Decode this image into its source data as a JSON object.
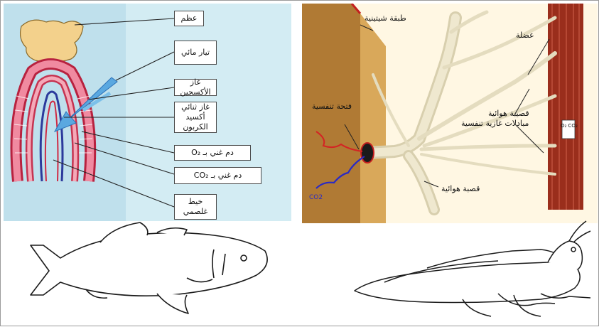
{
  "gill_diagram": {
    "labels": {
      "bone": "عظم",
      "water_current": "تيار مائي",
      "oxygen": "غاز الأكسجين",
      "co2_gas": "غاز ثنائي أكسيد الكربون",
      "blood_o2": "دم غني بـ O₂",
      "blood_co2": "دم غني بـ CO₂",
      "gill_filament": "خيط غلصمي"
    },
    "colors": {
      "background": "#bfe0ec",
      "bone": "#f3d18c",
      "gill": "#e0607a"
    }
  },
  "trachea_diagram": {
    "labels": {
      "chitin_layer": "طبقة شيتينية",
      "muscle": "عضلة",
      "tracheole_branch": "قصيبة هوائية",
      "gas_exchange": "مبادلات غازية تنفسية",
      "spiracle": "فتحة تنفسية",
      "trachea": "قصبة هوائية",
      "co2": "CO2",
      "o2_co2_small": "O₂ CO₂"
    },
    "colors": {
      "background": "#fff7e3",
      "cuticle": "#c68a3a",
      "muscle": "#9a2e1c"
    }
  },
  "organisms": {
    "fish": "fish-outline",
    "grasshopper": "grasshopper-outline"
  }
}
